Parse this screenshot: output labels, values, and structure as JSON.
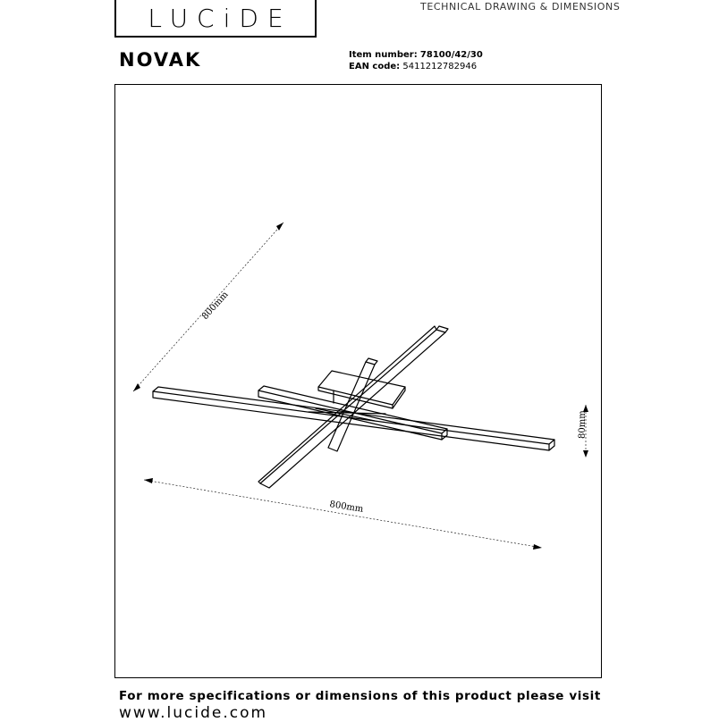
{
  "header": {
    "logo_text": "LUCiDE",
    "doc_type": "TECHNICAL DRAWING & DIMENSIONS"
  },
  "product": {
    "name": "NOVAK",
    "item_number_label": "Item number:",
    "item_number_value": "78100/42/30",
    "ean_label": "EAN code:",
    "ean_value": "5411212782946"
  },
  "drawing": {
    "dim_depth": "800mm",
    "dim_width": "800mm",
    "dim_height": "80mm"
  },
  "footer": {
    "text": "For more specifications or dimensions of this product please visit",
    "url": "www.lucide.com"
  }
}
